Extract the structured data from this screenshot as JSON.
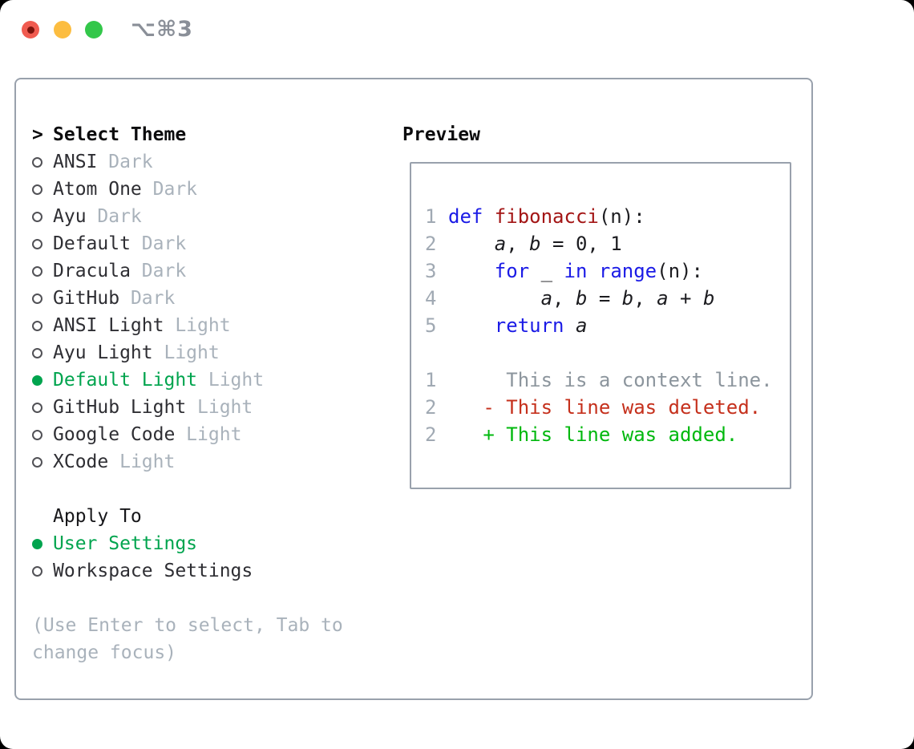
{
  "titlebar": {
    "shortcut": "⌥⌘3"
  },
  "theme_picker": {
    "cursor": ">",
    "title": "Select Theme",
    "items": [
      {
        "name": "ANSI",
        "variant": "Dark",
        "selected": false
      },
      {
        "name": "Atom One",
        "variant": "Dark",
        "selected": false
      },
      {
        "name": "Ayu",
        "variant": "Dark",
        "selected": false
      },
      {
        "name": "Default",
        "variant": "Dark",
        "selected": false
      },
      {
        "name": "Dracula",
        "variant": "Dark",
        "selected": false
      },
      {
        "name": "GitHub",
        "variant": "Dark",
        "selected": false
      },
      {
        "name": "ANSI Light",
        "variant": "Light",
        "selected": false
      },
      {
        "name": "Ayu Light",
        "variant": "Light",
        "selected": false
      },
      {
        "name": "Default Light",
        "variant": "Light",
        "selected": true
      },
      {
        "name": "GitHub Light",
        "variant": "Light",
        "selected": false
      },
      {
        "name": "Google Code",
        "variant": "Light",
        "selected": false
      },
      {
        "name": "XCode",
        "variant": "Light",
        "selected": false
      }
    ]
  },
  "apply_to": {
    "title": "Apply To",
    "options": [
      {
        "label": "User Settings",
        "selected": true
      },
      {
        "label": "Workspace Settings",
        "selected": false
      }
    ]
  },
  "help": {
    "lines": [
      "(Use Enter to select, Tab to",
      "change focus)"
    ]
  },
  "preview": {
    "title": "Preview",
    "code_lines": [
      {
        "num": "1",
        "segs": [
          [
            "kw",
            "def "
          ],
          [
            "fn",
            "fibonacci"
          ],
          [
            "pl",
            "(n):"
          ]
        ]
      },
      {
        "num": "2",
        "segs": [
          [
            "pl",
            "    "
          ],
          [
            "var",
            "a"
          ],
          [
            "pl",
            ", "
          ],
          [
            "var",
            "b"
          ],
          [
            "pl",
            " = 0, 1"
          ]
        ]
      },
      {
        "num": "3",
        "segs": [
          [
            "pl",
            "    "
          ],
          [
            "kw",
            "for"
          ],
          [
            "pl",
            " _ "
          ],
          [
            "kw",
            "in"
          ],
          [
            "pl",
            " "
          ],
          [
            "kw",
            "range"
          ],
          [
            "pl",
            "(n):"
          ]
        ]
      },
      {
        "num": "4",
        "segs": [
          [
            "pl",
            "        "
          ],
          [
            "var",
            "a"
          ],
          [
            "pl",
            ", "
          ],
          [
            "var",
            "b"
          ],
          [
            "pl",
            " = "
          ],
          [
            "var",
            "b"
          ],
          [
            "pl",
            ", "
          ],
          [
            "var",
            "a"
          ],
          [
            "pl",
            " + "
          ],
          [
            "var",
            "b"
          ]
        ]
      },
      {
        "num": "5",
        "segs": [
          [
            "pl",
            "    "
          ],
          [
            "kw",
            "return"
          ],
          [
            "pl",
            " "
          ],
          [
            "var",
            "a"
          ]
        ]
      }
    ],
    "diff_lines": [
      {
        "num": "1",
        "segs": [
          [
            "ctx",
            "     This is a context line."
          ]
        ]
      },
      {
        "num": "2",
        "segs": [
          [
            "del",
            "   - This line was deleted."
          ]
        ]
      },
      {
        "num": "2",
        "segs": [
          [
            "add",
            "   + This line was added."
          ]
        ]
      }
    ]
  },
  "colors": {
    "frame": "#99a1ac",
    "text-dark": "#2e2e33",
    "muted": "#a9b2bb",
    "green-ui": "#00a44e",
    "ring": "#515156",
    "ln": "#a0a9b3",
    "kw": "#1b1be6",
    "fn": "#a31515",
    "pl": "#1c1c20",
    "ctx": "#8c959d",
    "del": "#c5301c",
    "add": "#00b80e",
    "tl-red": "#f05b50",
    "tl-red-dot": "#7c130c",
    "tl-yellow": "#fcbd40",
    "tl-green": "#33c74a",
    "shortcut": "#8a8f98"
  }
}
